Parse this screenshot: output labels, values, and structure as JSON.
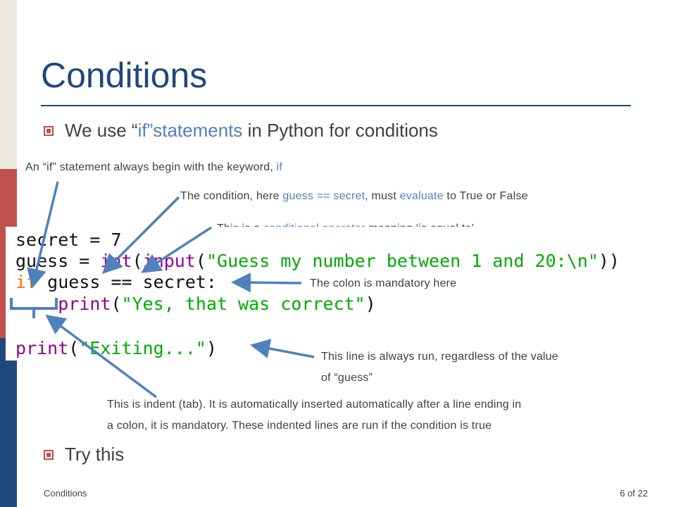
{
  "slide": {
    "title": "Conditions",
    "footer_left": "Conditions",
    "footer_right": "6 of 22"
  },
  "bullets": {
    "first_pre": "We use “",
    "first_hl": "if”statements",
    "first_post": " in Python for conditions",
    "second": "Try this"
  },
  "annotations": {
    "keyword_pre": "An “if” statement always begin with the keyword, ",
    "keyword_hl": "if",
    "condition_pre": "The condition, here ",
    "condition_hl1": "guess == secret",
    "condition_mid": ", must ",
    "condition_hl2": "evaluate",
    "condition_post": " to True or False",
    "operator_pre": "This is a ",
    "operator_hl": "conditional operator",
    "operator_post": " meaning ‘is equal to’",
    "colon": "The colon is mandatory here",
    "always_line1": "This line is always run, regardless of the value",
    "always_line2": "of “guess”",
    "indent_line1": "This is indent (tab). It is automatically inserted automatically after a line ending in",
    "indent_line2": "a colon, it is mandatory. These indented lines are run if the condition is true"
  },
  "code": {
    "l1": "secret = 7",
    "l2_a": "guess = ",
    "l2_int": "int",
    "l2_b": "(",
    "l2_input": "input",
    "l2_c": "(",
    "l2_str": "\"Guess my number between 1 and 20:\\n\"",
    "l2_d": "))",
    "l3_if": "if",
    "l3_rest": " guess == secret:",
    "l4_indent": "    ",
    "l4_print": "print",
    "l4_a": "(",
    "l4_str": "\"Yes, that was correct\"",
    "l4_b": ")",
    "l5_print": "print",
    "l5_a": "(",
    "l5_str": "\"Exiting...\"",
    "l5_b": ")"
  },
  "colors": {
    "title": "#1f497d",
    "accent_blue": "#4f81bd",
    "bullet_red": "#c0504d",
    "arrow": "#4f81bd",
    "keyword_orange": "#ff7700",
    "builtin_purple": "#900090",
    "string_green": "#00aa00"
  }
}
